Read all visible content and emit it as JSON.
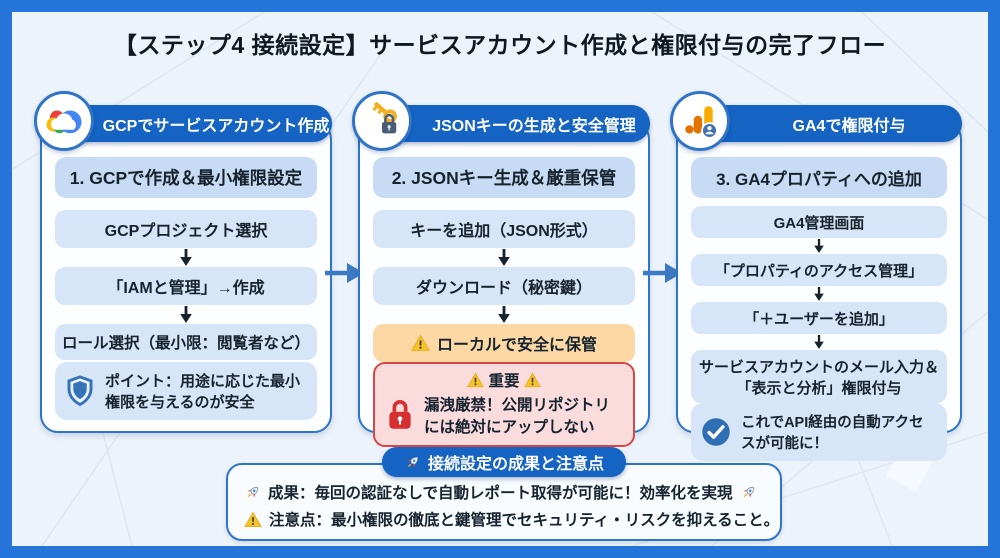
{
  "title": "【ステップ4 接続設定】サービスアカウント作成と権限付与の完了フロー",
  "columns": {
    "gcp": {
      "header": "GCPでサービスアカウント作成",
      "step_title": "1. GCPで作成＆最小権限設定",
      "steps": [
        "GCPプロジェクト選択",
        "「IAMと管理」→作成",
        "ロール選択（最小限：閲覧者など）"
      ],
      "note": "ポイント：用途に応じた最小権限を与えるのが安全"
    },
    "json_key": {
      "header": "JSONキーの生成と安全管理",
      "step_title": "2. JSONキー生成＆厳重保管",
      "steps": [
        "キーを追加（JSON形式）",
        "ダウンロード（秘密鍵）"
      ],
      "warning": "ローカルで安全に保管",
      "important_title": "重要",
      "important_text": "漏洩厳禁！公開リポジトリには絶対にアップしない"
    },
    "ga4": {
      "header": "GA4で権限付与",
      "step_title": "3. GA4プロパティへの追加",
      "steps": [
        "GA4管理画面",
        "「プロパティのアクセス管理」",
        "「＋ユーザーを追加」",
        "サービスアカウントのメール入力＆「表示と分析」権限付与"
      ],
      "note": "これでAPI経由の自動アクセスが可能に！"
    }
  },
  "summary": {
    "badge": "接続設定の成果と注意点",
    "result": "成果：毎回の認証なしで自動レポート取得が可能に！効率化を実現",
    "caution": "注意点：最小権限の徹底と鍵管理でセキュリティ・リスクを抑えること。"
  },
  "icons": {
    "gcp": "gcp-cloud-icon",
    "json_key": "key-lock-icon",
    "ga4": "ga4-analytics-icon",
    "shield": "shield-icon",
    "red_lock": "red-lock-icon",
    "check": "check-circle-icon",
    "warning": "warning-triangle-icon",
    "rocket": "rocket-icon"
  },
  "colors": {
    "frame": "#2474d9",
    "background": "#edf3fa",
    "header_blue": "#1563c3",
    "card_border": "#2e74c9",
    "box_blue": "#d6e6f8",
    "title_box_blue": "#c7dcf4",
    "warning_bg": "#fbd8a4",
    "danger_bg": "#fadcdd",
    "danger_border": "#d64848",
    "text": "#16222e"
  }
}
